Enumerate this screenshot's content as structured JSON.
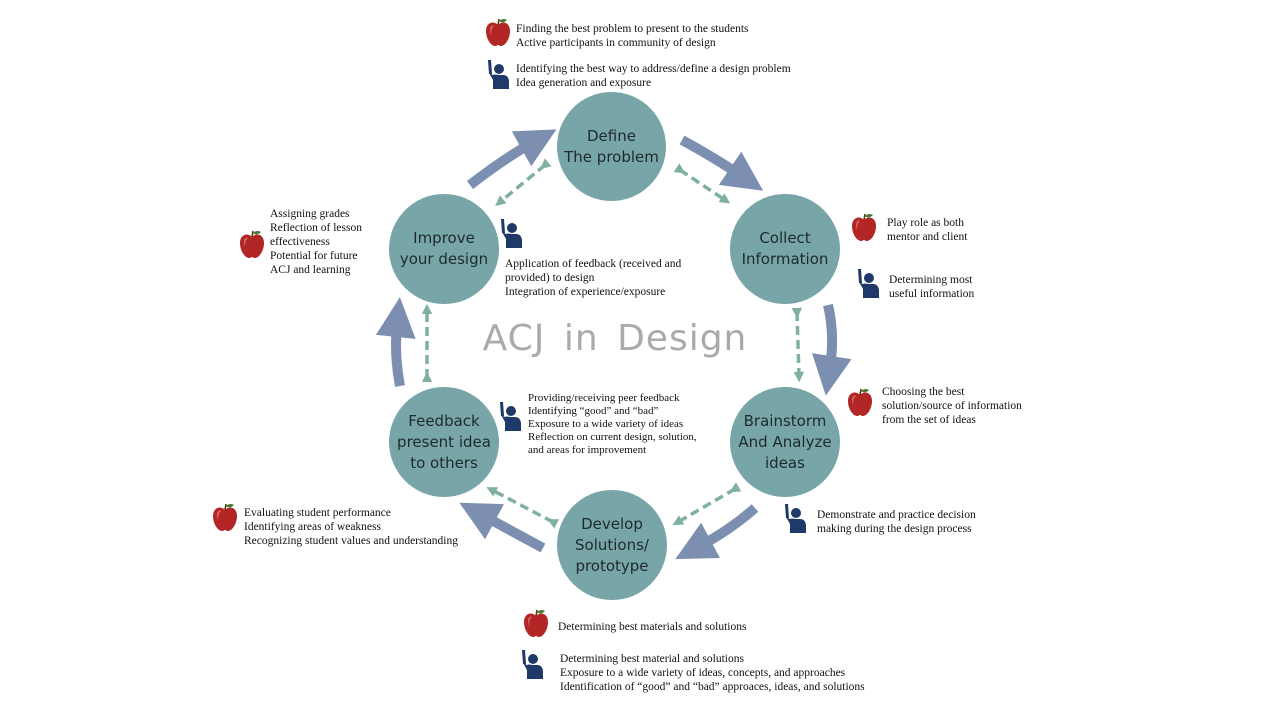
{
  "diagram": {
    "title": "ACJ in Design",
    "colors": {
      "node_fill": "#78a5a8",
      "outer_arrow": "#7d8fb0",
      "inner_arrow": "#80b0a0",
      "teacher_icon": "#b32626",
      "student_icon": "#1f3a68"
    },
    "nodes": [
      {
        "id": "define",
        "label": "Define\nThe problem"
      },
      {
        "id": "collect",
        "label": "Collect\nInformation"
      },
      {
        "id": "brainstorm",
        "label": "Brainstorm\nAnd Analyze\nideas"
      },
      {
        "id": "develop",
        "label": "Develop\nSolutions/\nprototype"
      },
      {
        "id": "feedback",
        "label": "Feedback\npresent idea\nto others"
      },
      {
        "id": "improve",
        "label": "Improve\nyour design"
      }
    ],
    "notes": {
      "define_teacher": "Finding the best problem to present to the students\nActive participants in community of design",
      "define_student": "Identifying the best way to address/define a design problem\nIdea generation and exposure",
      "collect_teacher": "Play role as both\nmentor and client",
      "collect_student": "Determining most\nuseful information",
      "brainstorm_teacher": "Choosing the best\nsolution/source of information\nfrom the set of ideas",
      "brainstorm_student": "Demonstrate and practice decision\nmaking during the design process",
      "develop_teacher": "Determining best materials and solutions",
      "develop_student": "Determining best material and solutions\nExposure to a wide variety of ideas, concepts, and approaches\nIdentification of “good” and “bad” approaces, ideas, and solutions",
      "feedback_teacher": "Evaluating student performance\nIdentifying areas of weakness\nRecognizing student values and understanding",
      "feedback_student": "Providing/receiving peer feedback\nIdentifying “good” and “bad”\nExposure to a wide variety of ideas\nReflection on current design, solution,\nand areas for improvement",
      "improve_teacher": "Assigning grades\nReflection of lesson\neffectiveness\nPotential for future\nACJ and learning",
      "improve_student": "Application of feedback (received and\nprovided) to design\nIntegration of experience/exposure"
    }
  }
}
